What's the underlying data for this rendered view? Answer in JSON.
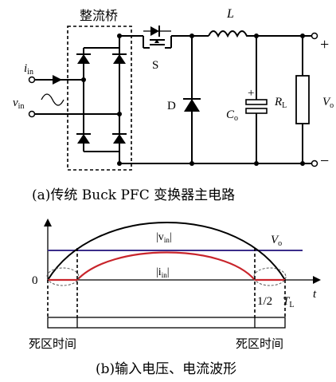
{
  "figure_a": {
    "bridge_label": "整流桥",
    "input_current": "i",
    "input_current_sub": "in",
    "input_voltage": "v",
    "input_voltage_sub": "in",
    "switch_label": "S",
    "inductor_label": "L",
    "diode_label": "D",
    "capacitor_label": "C",
    "capacitor_sub": "o",
    "capacitor_polarity": "+",
    "resistor_label": "R",
    "resistor_sub": "L",
    "output_voltage": "V",
    "output_voltage_sub": "o",
    "plus_terminal": "+",
    "minus_terminal": "−",
    "caption": "(a)传统 Buck  PFC 变换器主电路"
  },
  "figure_b": {
    "vin_label": "|v",
    "vin_sub": "in",
    "vin_close": "|",
    "vo_label": "V",
    "vo_sub": "o",
    "iin_label": "|i",
    "iin_sub": "in",
    "iin_close": "|",
    "origin_label": "0",
    "half_period_label": "1/2",
    "period_label": "T",
    "period_sub": "L",
    "t_axis_label": "t",
    "dead_zone_left": "死区时间",
    "dead_zone_right": "死区时间",
    "caption": "(b)输入电压、电流波形"
  },
  "colors": {
    "ink": "#000000",
    "vo_line": "#3b2d8a",
    "iin_curve": "#c8242b"
  }
}
